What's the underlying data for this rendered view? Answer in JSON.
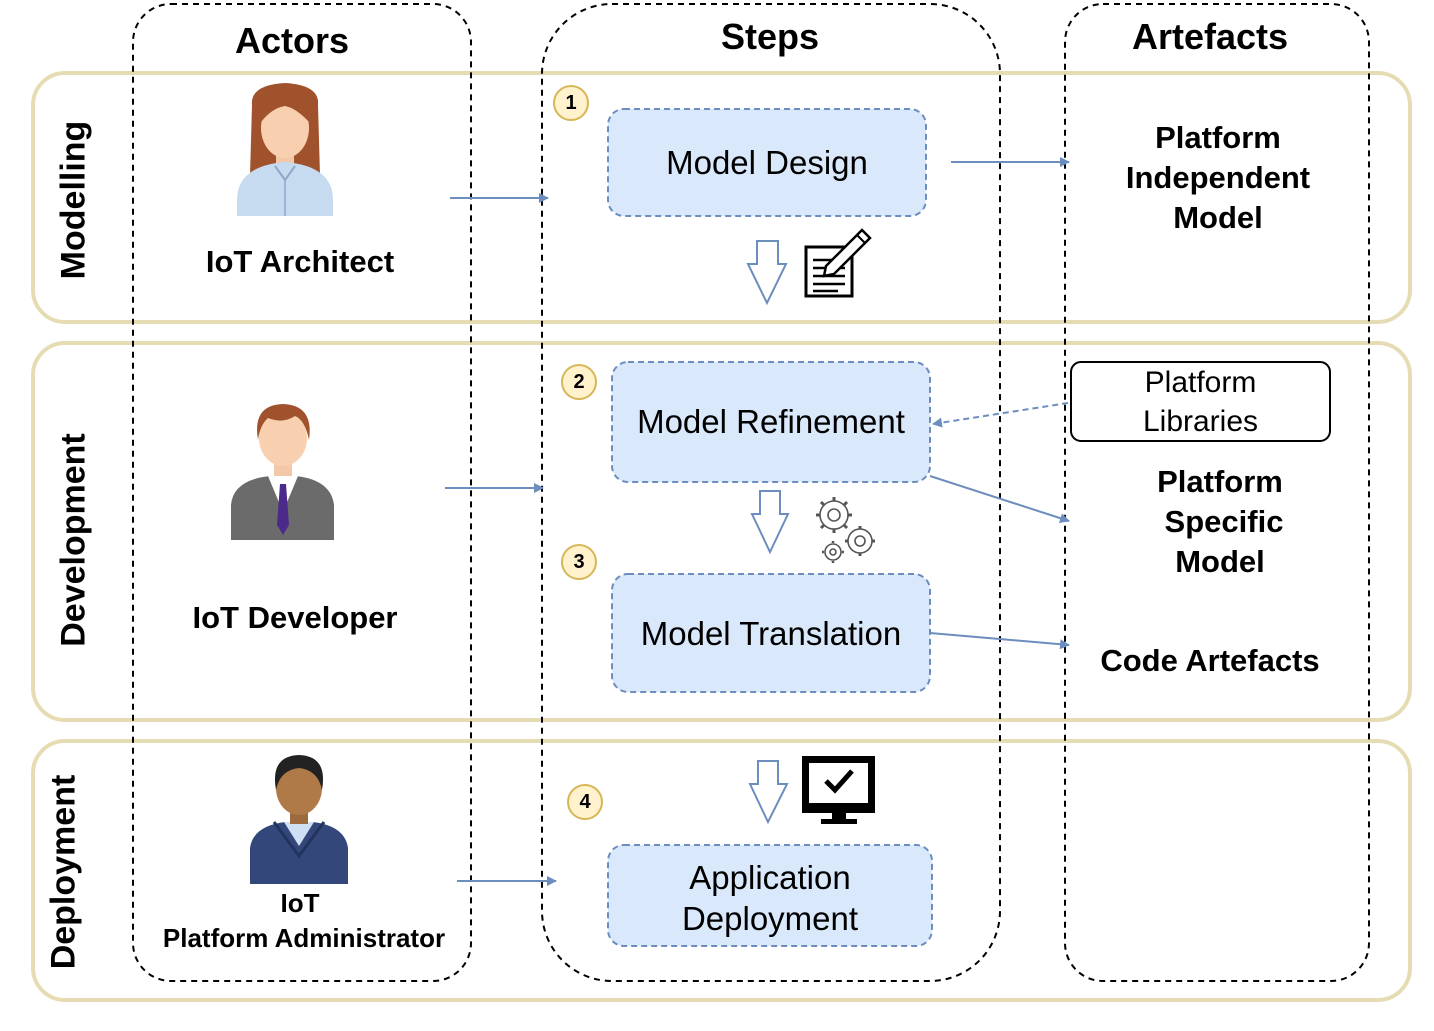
{
  "columns": {
    "actors": "Actors",
    "steps": "Steps",
    "artefacts": "Artefacts"
  },
  "phases": {
    "modelling": "Modelling",
    "development": "Development",
    "deployment": "Deployment"
  },
  "actors": {
    "architect": "IoT Architect",
    "developer": "IoT Developer",
    "admin_line1": "IoT",
    "admin_line2": "Platform Administrator"
  },
  "steps": [
    {
      "number": "1",
      "label": "Model Design"
    },
    {
      "number": "2",
      "label": "Model Refinement"
    },
    {
      "number": "3",
      "label": "Model Translation"
    },
    {
      "number": "4",
      "label_line1": "Application",
      "label_line2": "Deployment"
    }
  ],
  "artefacts": {
    "pim": [
      "Platform",
      "Independent",
      "Model"
    ],
    "libraries": [
      "Platform",
      "Libraries"
    ],
    "psm": [
      "Platform",
      "Specific",
      "Model"
    ],
    "code": "Code Artefacts"
  },
  "colors": {
    "phase_border": "#e6dcb4",
    "step_fill": "#dae8fc",
    "step_border": "#6c8ebf",
    "arrow": "#6c8ebf",
    "badge_fill": "#fff2cc",
    "badge_border": "#d6b656"
  },
  "icons": {
    "architect": "female-user-icon",
    "developer": "male-user-suit-icon",
    "admin": "male-user-sweater-icon",
    "design": "document-edit-icon",
    "refine": "gears-icon",
    "deploy": "monitor-check-icon"
  }
}
